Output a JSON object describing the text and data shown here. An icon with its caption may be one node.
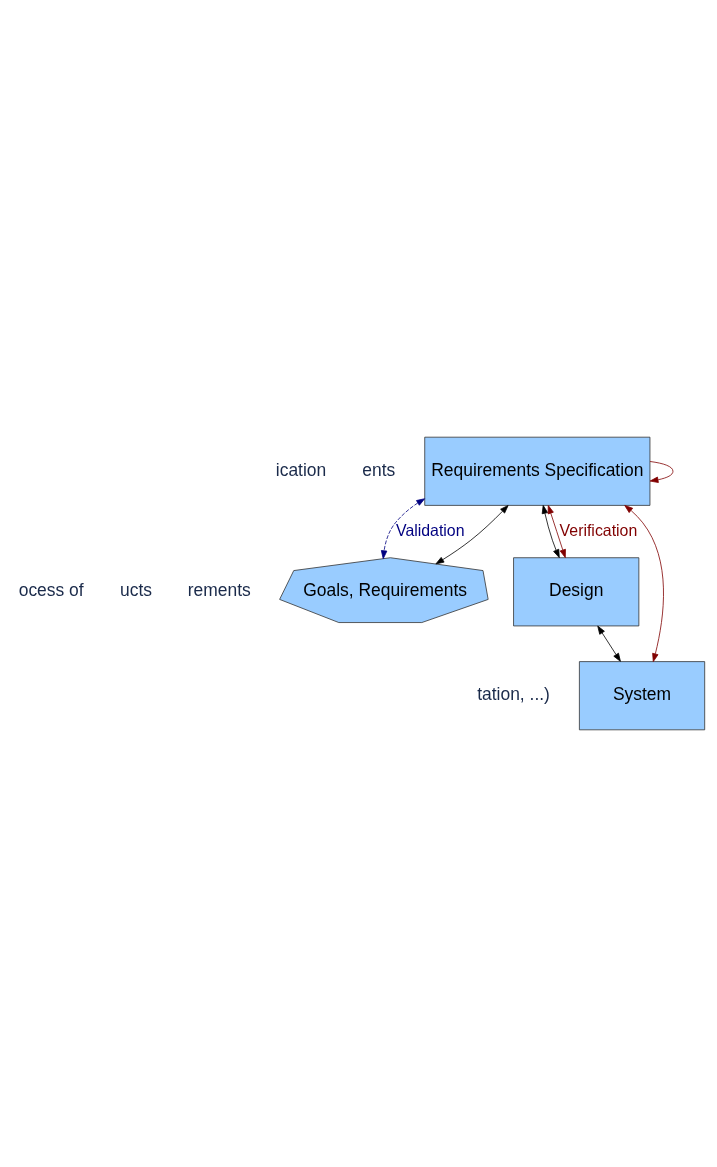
{
  "diagram": {
    "nodes": [
      {
        "text": [
          "Goals, Requirements"
        ]
      },
      {
        "text": [
          "Requirements Specification"
        ]
      },
      {
        "text": [
          "Design"
        ]
      },
      {
        "text": [
          "System"
        ]
      }
    ],
    "edges": [
      {
        "from": 0,
        "to": 1,
        "arrow": "both"
      },
      {
        "from": 1,
        "to": 0,
        "arrow": "both",
        "label": "Validation",
        "style": "dashed",
        "color": "#000080"
      },
      {
        "from": 1,
        "to": 1,
        "arrow": "to",
        "color": "#800000"
      },
      {
        "from": 1,
        "to": 2,
        "arrow": "both"
      },
      {
        "from": 1,
        "to": 2,
        "arrow": "both",
        "label": "Verification",
        "color": "#800000"
      },
      {
        "from": 2,
        "to": 3,
        "arrow": "both"
      },
      {
        "from": 1,
        "to": 3,
        "arrow": "both",
        "color": "#800000"
      }
    ],
    "labels": [
      "ication",
      "ents",
      "ocess of",
      "ucts",
      "rements",
      "tation, ...)"
    ]
  }
}
